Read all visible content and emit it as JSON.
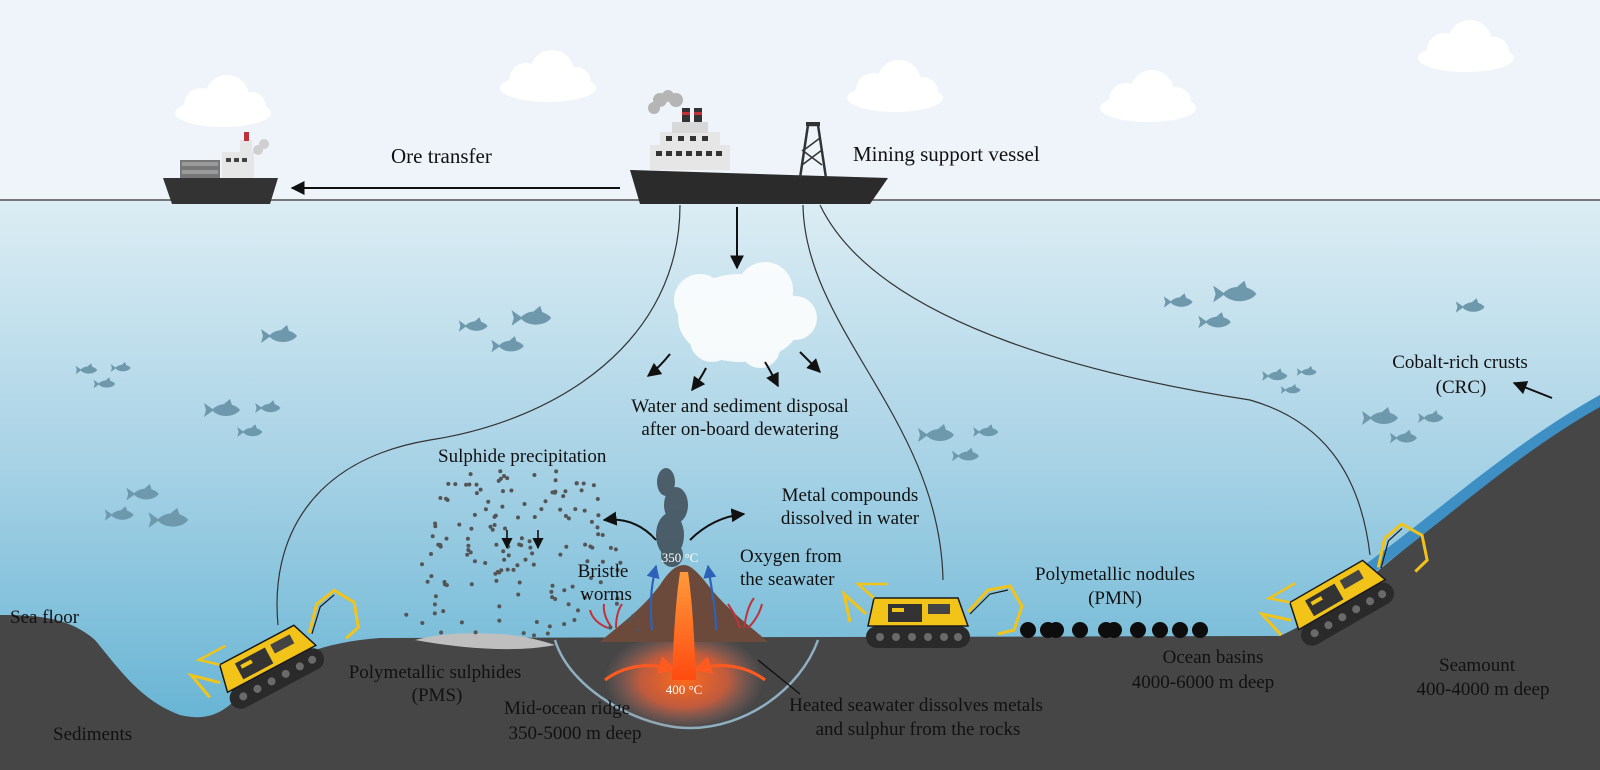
{
  "labels": {
    "ore_transfer": "Ore transfer",
    "mining_support_vessel": "Mining support vessel",
    "disposal_line1": "Water and sediment disposal",
    "disposal_line2": "after on-board dewatering",
    "sulphide_precipitation": "Sulphide precipitation",
    "metal_compounds_line1": "Metal compounds",
    "metal_compounds_line2": "dissolved in water",
    "oxygen_line1": "Oxygen from",
    "oxygen_line2": "the seawater",
    "bristle_line1": "Bristle",
    "bristle_line2": "worms",
    "temp_vent": "350 °C",
    "temp_source": "400 °C",
    "pms_line1": "Polymetallic sulphides",
    "pms_line2": "(PMS)",
    "mid_ocean_line1": "Mid-ocean ridge",
    "mid_ocean_line2": "350-5000 m deep",
    "heated_line1": "Heated seawater dissolves metals",
    "heated_line2": "and sulphur from the rocks",
    "pmn_line1": "Polymetallic nodules",
    "pmn_line2": "(PMN)",
    "ocean_basins_line1": "Ocean basins",
    "ocean_basins_line2": "4000-6000 m deep",
    "seamount_line1": "Seamount",
    "seamount_line2": "400-4000 m deep",
    "crc_line1": "Cobalt-rich crusts",
    "crc_line2": "(CRC)",
    "sea_floor": "Sea floor",
    "sediments": "Sediments"
  },
  "colors": {
    "sky": "#eef4f9",
    "ocean_top": "#dcedf4",
    "ocean_bottom": "#5fb0d2",
    "seafloor": "#464646",
    "crust": "#3e8fc4",
    "vent_rock": "#6b4a3c",
    "hot": "#ff5a1f",
    "machine": "#f2c318",
    "fish": "#6e98ab"
  },
  "icons": {
    "ship": "cargo-ship-icon",
    "vessel": "mining-vessel-icon",
    "machine": "seafloor-mining-machine-icon",
    "fish": "fish-icon",
    "cloud": "cloud-icon",
    "worm": "bristle-worm-icon"
  }
}
